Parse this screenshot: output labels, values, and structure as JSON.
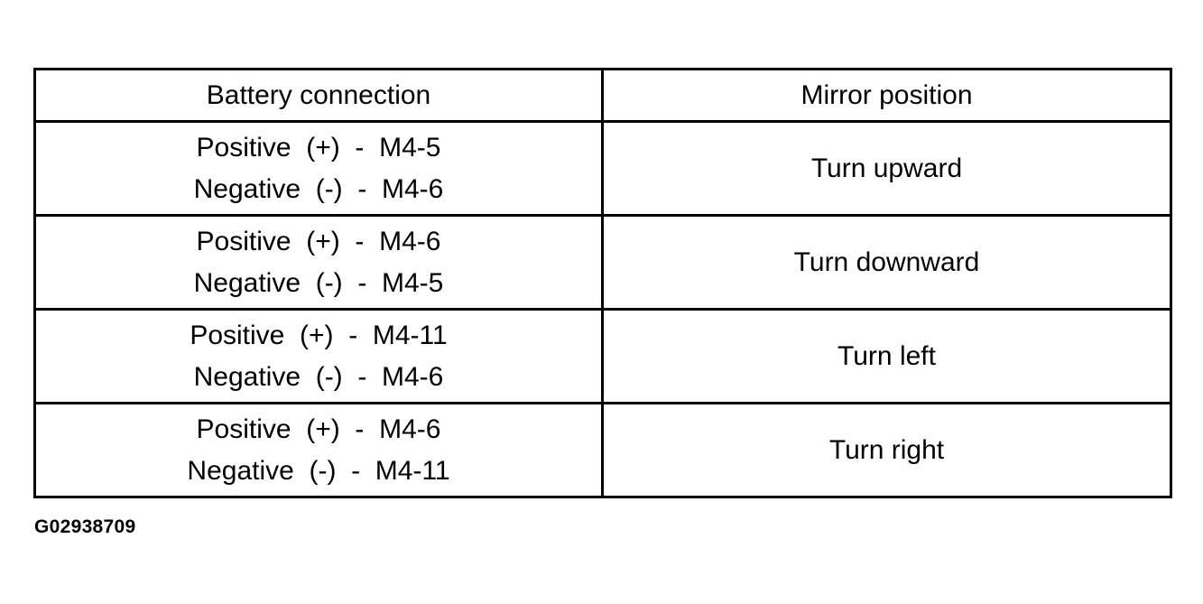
{
  "table": {
    "headers": {
      "battery": "Battery connection",
      "mirror": "Mirror position"
    },
    "rows": [
      {
        "positive": "Positive  (+)  -  M4-5",
        "negative": "Negative  (-)  -  M4-6",
        "mirror": "Turn upward"
      },
      {
        "positive": "Positive  (+)  -  M4-6",
        "negative": "Negative  (-)  -  M4-5",
        "mirror": "Turn downward"
      },
      {
        "positive": "Positive  (+)  -  M4-11",
        "negative": "Negative  (-)  -  M4-6",
        "mirror": "Turn left"
      },
      {
        "positive": "Positive  (+)  -  M4-6",
        "negative": "Negative  (-)  -  M4-11",
        "mirror": "Turn right"
      }
    ]
  },
  "figure_id": "G02938709"
}
